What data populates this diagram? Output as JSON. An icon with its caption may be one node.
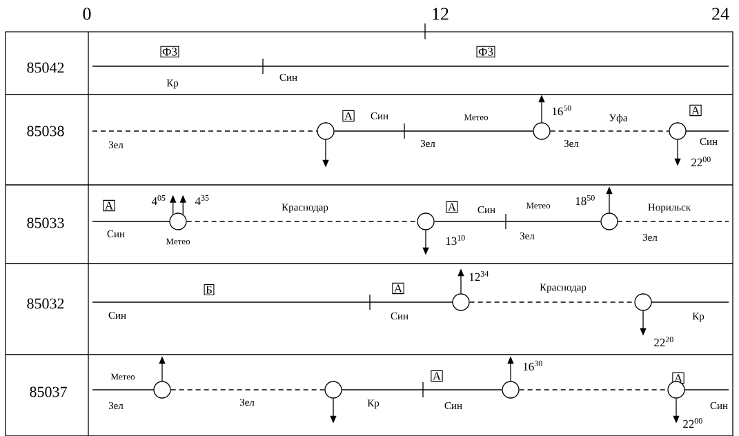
{
  "diagram": {
    "nodes": [
      {
        "text": [
          "Ф3"
        ]
      },
      {
        "text": [
          "Ф3"
        ]
      },
      {
        "text": [],
        "shape": "circle"
      },
      {
        "text": [
          "А"
        ]
      },
      {
        "text": [],
        "shape": "circle"
      },
      {
        "text": [],
        "shape": "circle"
      },
      {
        "text": [
          "А"
        ]
      },
      {
        "text": [
          "А"
        ]
      },
      {
        "text": [],
        "shape": "circle"
      },
      {
        "text": [],
        "shape": "circle"
      },
      {
        "text": [
          "А"
        ]
      },
      {
        "text": [],
        "shape": "circle"
      },
      {
        "text": [
          "Б"
        ]
      },
      {
        "text": [
          "А"
        ]
      },
      {
        "text": [],
        "shape": "circle"
      },
      {
        "text": [],
        "shape": "circle"
      },
      {
        "text": [],
        "shape": "circle"
      },
      {
        "text": [],
        "shape": "circle"
      },
      {
        "text": [
          "А"
        ]
      },
      {
        "text": [],
        "shape": "circle"
      },
      {
        "text": [
          "А"
        ]
      },
      {
        "text": [],
        "shape": "circle"
      }
    ],
    "edges": [
      {
        "from": 2,
        "to": 4,
        "arrow": "none"
      },
      {
        "from": 4,
        "to": 5,
        "arrow": "none",
        "style": "dashed"
      },
      {
        "from": 8,
        "to": 9,
        "arrow": "none",
        "style": "dashed"
      },
      {
        "from": 9,
        "to": 11,
        "arrow": "none"
      },
      {
        "from": 14,
        "to": 15,
        "arrow": "none",
        "style": "dashed"
      },
      {
        "from": 16,
        "to": 17,
        "arrow": "none",
        "style": "dashed"
      },
      {
        "from": 17,
        "to": 19,
        "arrow": "none"
      },
      {
        "from": 19,
        "to": 21,
        "arrow": "none",
        "style": "dashed"
      },
      {
        "from": 2,
        "to": null,
        "arrow": "to"
      },
      {
        "from": 4,
        "to": null,
        "arrow": "to",
        "label": "16$^{50}$"
      },
      {
        "from": 5,
        "to": null,
        "arrow": "to",
        "label": "22$^{00}$"
      },
      {
        "from": 8,
        "to": null,
        "arrow": "to",
        "label": "4$^{05}$"
      },
      {
        "from": 8,
        "to": null,
        "arrow": "to",
        "label": "4$^{35}$"
      },
      {
        "from": 9,
        "to": null,
        "arrow": "to",
        "label": "13$^{10}$"
      },
      {
        "from": 11,
        "to": null,
        "arrow": "to",
        "label": "18$^{50}$"
      },
      {
        "from": 14,
        "to": null,
        "arrow": "to",
        "label": "12$^{34}$"
      },
      {
        "from": 15,
        "to": null,
        "arrow": "to",
        "label": "22$^{20}$"
      },
      {
        "from": 16,
        "to": null,
        "arrow": "to"
      },
      {
        "from": 17,
        "to": null,
        "arrow": "to"
      },
      {
        "from": 19,
        "to": null,
        "arrow": "to",
        "label": "16$^{30}$"
      },
      {
        "from": 21,
        "to": null,
        "arrow": "to",
        "label": "22$^{00}$"
      }
    ],
    "labels": [
      "0",
      "12",
      "24",
      "85042",
      "Кр",
      "Син",
      "85038",
      "Зел",
      "Син",
      "Метео",
      "Зел",
      "Зел",
      "Уфа",
      "Син",
      "85033",
      "Син",
      "Метео",
      "Краснодар",
      "Син",
      "Метео",
      "Зел",
      "Норильск",
      "Зел",
      "85032",
      "Син",
      "Син",
      "Краснодар",
      "Кр",
      "85037",
      "Метео",
      "Зел",
      "Зел",
      "Кр",
      "Син",
      "Син"
    ]
  }
}
